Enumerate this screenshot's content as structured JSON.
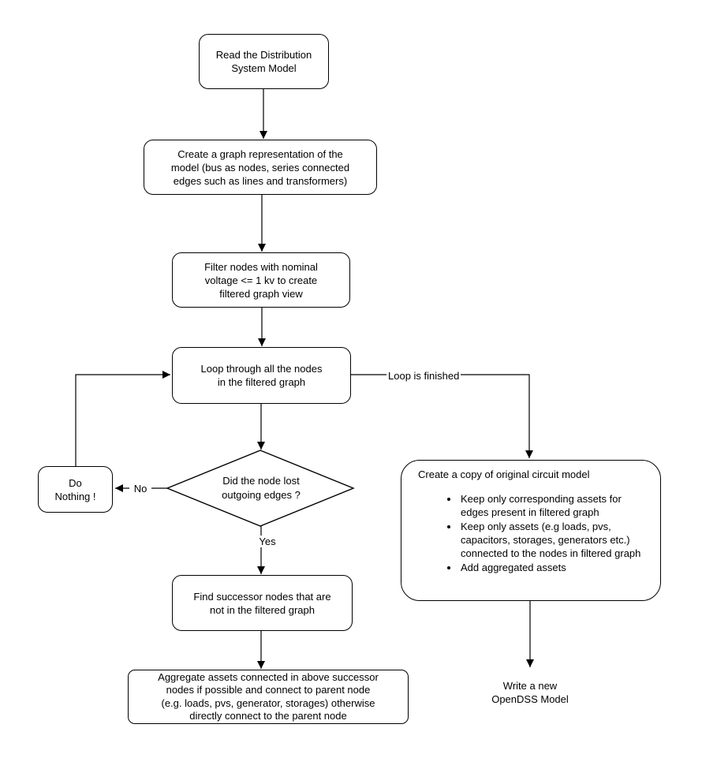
{
  "diagram": {
    "nodes": {
      "read_model": {
        "text": "Read the Distribution\nSystem Model"
      },
      "create_graph": {
        "text": "Create a graph representation of the\nmodel (bus as nodes, series connected\nedges such as lines and transformers)"
      },
      "filter_nodes": {
        "text": "Filter nodes with nominal\nvoltage <= 1 kv to create\nfiltered graph view"
      },
      "loop_nodes": {
        "text": "Loop through all the nodes\nin the filtered graph"
      },
      "decision": {
        "text": "Did the node lost\noutgoing edges ?"
      },
      "do_nothing": {
        "text": "Do\nNothing !"
      },
      "find_successors": {
        "text": "Find successor nodes that are\nnot in the filtered graph"
      },
      "aggregate_assets": {
        "text": "Aggregate assets connected in above successor\nnodes if possible and connect to parent node\n(e.g. loads, pvs, generator, storages) otherwise\ndirectly connect to the parent node"
      },
      "copy_model": {
        "title": "Create a copy of original circuit model",
        "bullets": [
          "Keep only corresponding assets for edges present in filtered graph",
          "Keep only assets (e.g loads, pvs, capacitors, storages, generators etc.) connected to the nodes in filtered graph",
          "Add aggregated assets"
        ]
      },
      "write_model": {
        "text": "Write a new\nOpenDSS Model"
      }
    },
    "edge_labels": {
      "loop_finished": "Loop is finished",
      "no": "No",
      "yes": "Yes"
    },
    "colors": {
      "stroke": "#000000",
      "fill": "#ffffff",
      "text": "#000000"
    }
  }
}
